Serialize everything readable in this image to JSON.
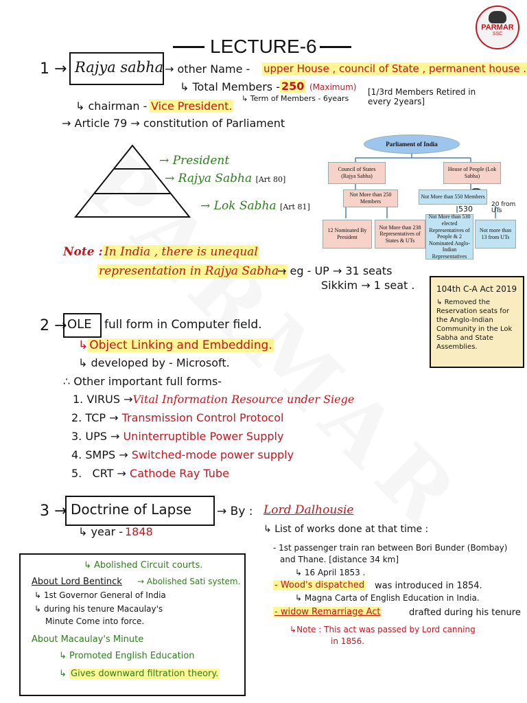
{
  "watermark": "PARMAR",
  "logo": {
    "line1": "PARMAR",
    "line2": "SSC"
  },
  "title": "LECTURE-6",
  "s1": {
    "num": "1",
    "topic": "Rajya sabha",
    "other_name_label": "other Name -",
    "other_name_value": "upper House , council of State , permanent house .",
    "total_label": "Total Members -",
    "total_value": "250",
    "total_note": "(Maximum)",
    "term": "Term of Members - 6years",
    "retire": "[1/3rd Members Retired in every 2years]",
    "chairman_label": "chairman -",
    "chairman_value": "Vice President.",
    "article": "Article 79 → constitution of Parliament",
    "pyramid": {
      "top": "President",
      "mid": "Rajya Sabha",
      "mid_art": "[Art 80]",
      "bottom": "Lok Sabha",
      "bottom_art": "[Art 81]"
    },
    "note_label": "Note :",
    "note_line1": "In India , there is unequal",
    "note_line2": "representation in Rajya Sabha .",
    "eg1": "→ eg - UP → 31 seats",
    "eg2": "Sikkim → 1 seat ."
  },
  "tree": {
    "root": "Parliament of India",
    "left": "Council of States (Rajya Sabha)",
    "right": "House of People (Lok Sabha)",
    "left_sub": "Not More than 250 Members",
    "right_sub": "Not More than 550 Members",
    "ll": "12 Nominated By President",
    "lr": "Not More than 238 Representatives of States & UTs",
    "rl": "Not More than 530 elected Representatives of People & 2 Nominated Anglo- Indian Representatives",
    "rr": "Not more than 13 from UTs",
    "ann_530": "530",
    "ann_20": "20 from UTs"
  },
  "amendment": {
    "title": "104th C-A Act 2019",
    "text": "Removed the Reservation seats for the Anglo-Indian Community in the Lok Sabha and State Assemblies."
  },
  "s2": {
    "num": "2",
    "topic": "OLE",
    "desc": "full form in Computer field.",
    "full": "Object Linking and Embedding.",
    "dev": "developed by - Microsoft.",
    "other": "∴ Other important full forms-",
    "items": [
      {
        "n": "1.",
        "k": "VIRUS",
        "v": "Vital Information Resource under Siege"
      },
      {
        "n": "2.",
        "k": "TCP",
        "v": "Transmission Control Protocol"
      },
      {
        "n": "3.",
        "k": "UPS",
        "v": "Uninterruptible Power Supply"
      },
      {
        "n": "4.",
        "k": "SMPS",
        "v": "Switched-mode power supply"
      },
      {
        "n": "5.",
        "k": "CRT",
        "v": "Cathode Ray Tube"
      }
    ]
  },
  "s3": {
    "num": "3",
    "topic": "Doctrine of Lapse",
    "by": "By :",
    "by_value": "Lord Dalhousie",
    "year_label": "year -",
    "year_value": "1848",
    "works": "List of works done at that time :",
    "w1a": "- 1st passenger train ran between Bori Bunder (Bombay)",
    "w1b": "and Thane. [distance 34 km]",
    "w1c": "16 April 1853 .",
    "w2a": "- Wood's dispatched",
    "w2b": "was introduced in 1854.",
    "w2c": "Magna Carta of English Education in India.",
    "w3a": "- widow Remarriage Act",
    "w3b": "drafted during his tenure",
    "w3c": "Note : This act was passed by Lord canning",
    "w3d": "in 1856."
  },
  "bentinck": {
    "circuit": "Abolished Circuit courts.",
    "about": "About Lord Bentinck",
    "sati": "→ Abolished Sati system.",
    "gg": "1st Governor General of India",
    "tenure1": "during his tenure Macaulay's",
    "tenure2": "Minute Come into force.",
    "minute": "About Macaulay's Minute",
    "p1": "Promoted English Education",
    "p2": "Gives downward filtration theory."
  }
}
